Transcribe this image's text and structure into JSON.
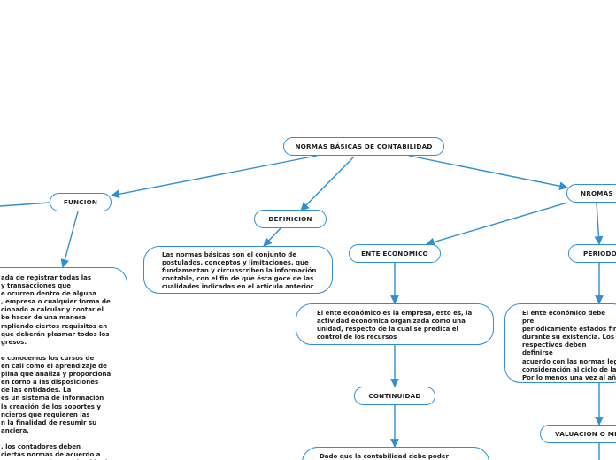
{
  "diagram": {
    "root": {
      "label": "NORMAS BÁSICAS DE CONTABILIDAD"
    },
    "funcion": {
      "label": "FUNCION",
      "text": "ada de registrar todas las\ny transacciones que\ne ocurren dentro de alguna\n, empresa o cualquier forma de\ncionado a calcular y contar el\nbe hacer de una manera\nmpliendo ciertos requisitos en\nque deberán plasmar todos los\ngresos.\n\ne conocemos los cursos de\nen cali como el aprendizaje de\nplina que analiza y proporciona\nen torno a las disposiciones\nde las entidades. La\nes un sistema de información\nla creación de los soportes y\nncieros que requieren las\nn la finalidad de resumir su\nanciera.\n\n, los contadores deben\n ciertas normas de acuerdo a\nque presenta la constitución de\nrios de estos informes que se"
    },
    "definicion": {
      "label": "DEFINICION",
      "text": "Las normas básicas son el conjunto de postulados, conceptos y limitaciones, que fundamentan y circunscriben la información contable, con el fin de que ésta goce de las cualidades indicadas en el artículo anterior"
    },
    "nromas": {
      "label": "NROMAS"
    },
    "ente": {
      "label": "ENTE ECONOMICO",
      "text": "El ente económico es la empresa, esto es, la actividad económica organizada como una unidad, respecto de la cual se predica el control de los recursos"
    },
    "continuidad": {
      "label": "CONTINUIDAD",
      "text": "Dado que la contabilidad debe poder"
    },
    "periodo": {
      "label": "PERIODO",
      "text": "El ente económico debe pre\nperiódicamente estados fin\ndurante su existencia. Los \nrespectivos deben definirse\nacuerdo con las normas leg\nconsideración al ciclo de la\nPor lo menos una vez al añ\nde diciembre, el ente econó\nestados financieros de prop"
    },
    "valuacion": {
      "label": "VALUACION O ME"
    }
  },
  "colors": {
    "stroke": "#2f8fd0",
    "text": "#1d1d1d"
  }
}
